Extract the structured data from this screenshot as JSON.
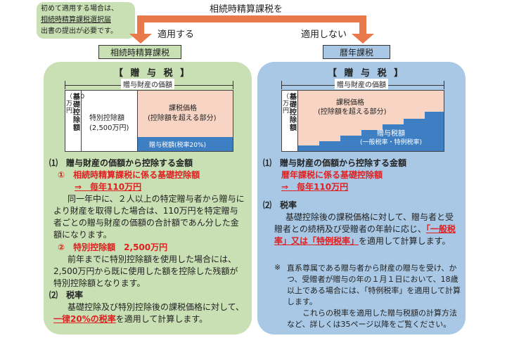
{
  "note": {
    "line1": "初めて適用する場合は、",
    "line2": "相続時精算課税選択届",
    "line3": "出書の提出が必要です。"
  },
  "top_label": "相続時精算課税を",
  "branch_left": "適用する",
  "branch_right": "適用しない",
  "left": {
    "tag": "相続時精算課税",
    "title": "【 贈 与 税 】",
    "diagram": {
      "header": "贈与財産の価額",
      "col1": "基礎控除額",
      "col1_sub": "（110万円）",
      "col2_line1": "特別控除額",
      "col2_line2": "(2,500万円)",
      "col3_line1": "課税価格",
      "col3_line2": "(控除額を超える部分)",
      "col3_bottom": "贈与税額(税率20%)"
    },
    "s1_heading": "⑴　贈与財産の価額から控除する金額",
    "s1_1_label": "①　相続時精算課税に係る基礎控除額",
    "s1_1_value": "⇒　毎年110万円",
    "s1_1_body": "同一年中に、２人以上の特定贈与者から贈与により財産を取得した場合は、110万円を特定贈与者ごとの贈与財産の価額の合計額であん分した金額になります。",
    "s1_2_label": "②　特別控除額　2,500万円",
    "s1_2_body": "前年までに特別控除額を使用した場合には、2,500万円から既に使用した額を控除した残額が特別控除額となります。",
    "s2_heading": "⑵　税率",
    "s2_body_a": "基礎控除及び特別控除後の課税価格に対して、",
    "s2_body_red": "一律20%の税率",
    "s2_body_b": "を適用して計算します。"
  },
  "right": {
    "tag": "暦年課税",
    "title": "【 贈 与 税 】",
    "diagram": {
      "header": "贈与財産の価額",
      "col1": "基礎控除額",
      "col1_sub": "（110万円）",
      "area_line1": "課税価格",
      "area_line2": "(控除額を超える部分)",
      "tax_line1": "贈与税額",
      "tax_line2": "(一般税率・特例税率)"
    },
    "s1_heading": "⑴　贈与財産の価額から控除する金額",
    "s1_label": "暦年課税に係る基礎控除額",
    "s1_value": "⇒　毎年110万円",
    "s2_heading": "⑵　税率",
    "s2_body_a": "基礎控除後の課税価格に対して、贈与者と受贈者との続柄及び受贈者の年齢に応じ、",
    "s2_body_red": "「一般税率」又は「特例税率」",
    "s2_body_b": "を適用して計算します。",
    "note_mark": "※",
    "note_body": "直系尊属である贈与者から財産の贈与を受け、かつ、受贈者が贈与の年の１月１日において、18歳以上である場合には、「特例税率」を適用して計算します。",
    "note_body2": "これらの税率を適用した贈与税額の計算方法など、詳しくは35ページ以降をご覧ください。"
  },
  "colors": {
    "green_panel": "#c8e0b4",
    "blue_panel": "#a8c8e6",
    "arrow": "#e8794a",
    "pink": "#f8d4c4",
    "tax_blue": "#3e7fc4",
    "accent_red": "#e02020"
  }
}
